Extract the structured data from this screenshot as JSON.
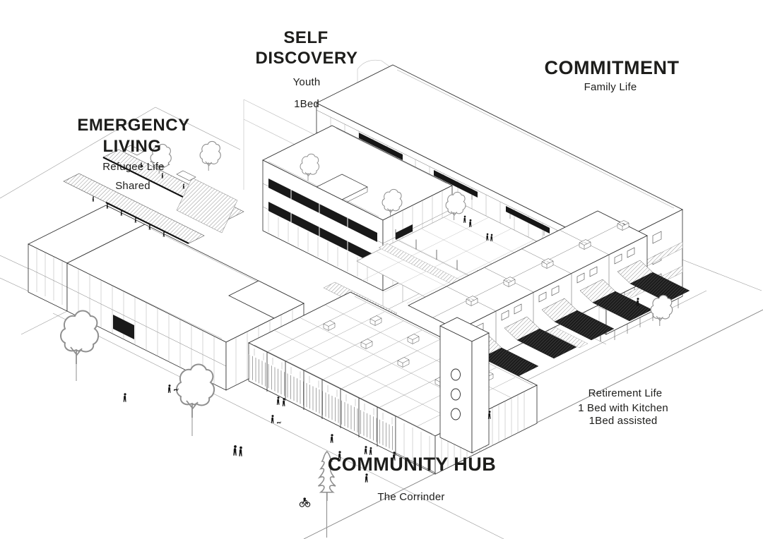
{
  "labels": {
    "self_discovery": {
      "line1": "SELF",
      "line2": "DISCOVERY",
      "sub1": "Youth",
      "sub2": "1Bed"
    },
    "commitment": {
      "title": "COMMITMENT",
      "sub": "Family Life"
    },
    "emergency_living": {
      "line1": "EMERGENCY",
      "line2": "LIVING",
      "sub1": "Refugee Life",
      "sub2": "Shared"
    },
    "community_hub": {
      "title": "COMMUNITY HUB",
      "sub": "The Corrinder"
    },
    "retirement": {
      "line1": "Retirement Life",
      "line2": "1 Bed with Kitchen",
      "line3": "1Bed assisted"
    }
  },
  "drawing": {
    "type": "axonometric-site-drawing",
    "zones": [
      "emergency-living",
      "self-discovery",
      "commitment",
      "community-hub",
      "retirement"
    ],
    "ink": "#2a2a2a",
    "light_line": "#9b9b9b",
    "accent_dark": "#161616",
    "paper": "#ffffff"
  }
}
